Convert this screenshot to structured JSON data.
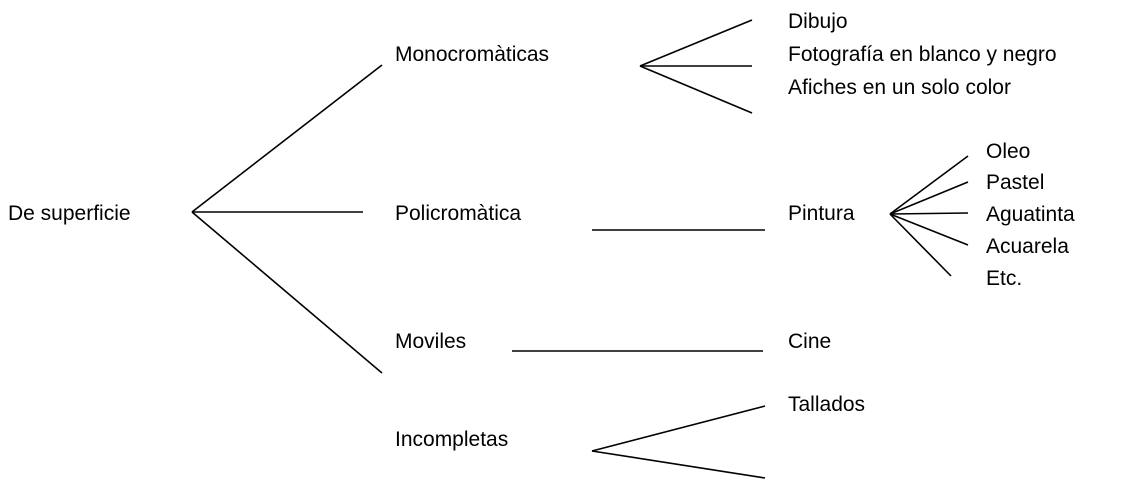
{
  "diagram": {
    "root": "De superficie",
    "branches": {
      "mono": "Monocromàticas",
      "poli": "Policromàtica",
      "movil": "Moviles",
      "incomp": "Incompletas"
    },
    "mono_items": [
      "Dibujo",
      "Fotografía en blanco y negro",
      "Afiches en un solo color"
    ],
    "poli_item": "Pintura",
    "pintura_items": [
      "Oleo",
      "Pastel",
      "Aguatinta",
      "Acuarela",
      "Etc."
    ],
    "movil_item": "Cine",
    "incomp_items": [
      "Tallados"
    ]
  },
  "colors": {
    "line": "#000000",
    "text": "#000000",
    "background": "#ffffff"
  }
}
